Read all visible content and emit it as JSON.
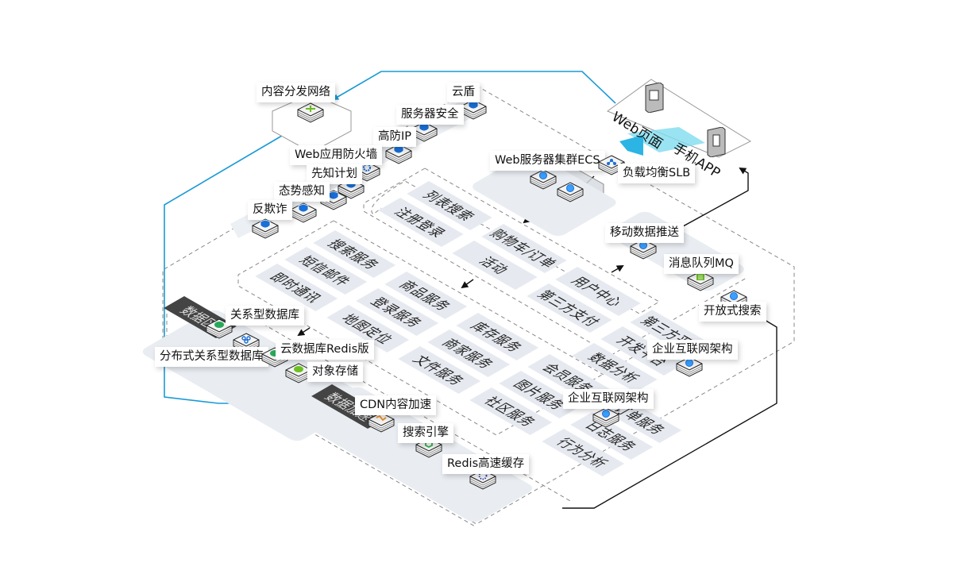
{
  "diagram": {
    "clients": {
      "web_page": "Web页面",
      "mobile_app": "手机APP"
    },
    "cdn": {
      "label": "内容分发网络"
    },
    "security": {
      "group": "云盾",
      "items": [
        {
          "label": "云盾",
          "icon": "shield-cloud-icon"
        },
        {
          "label": "服务器安全",
          "icon": "shield-server-icon"
        },
        {
          "label": "高防IP",
          "icon": "shield-ip-icon"
        },
        {
          "label": "Web应用防火墙",
          "icon": "firewall-gear-icon"
        },
        {
          "label": "先知计划",
          "icon": "radar-icon"
        },
        {
          "label": "态势感知",
          "icon": "situation-awareness-icon"
        },
        {
          "label": "反欺诈",
          "icon": "anti-fraud-icon"
        }
      ],
      "extra_icon": "shield-lock-icon"
    },
    "web_cluster": {
      "label": "Web服务器集群ECS"
    },
    "slb": {
      "label": "负载均衡SLB"
    },
    "front_services": [
      "列表搜索",
      "注册登录",
      "购物车/订单",
      "活动",
      "第三方支付",
      "用户中心",
      "第三方平台",
      "开发平台",
      "数据分析"
    ],
    "back_services": [
      "搜索服务",
      "短信邮件",
      "即时通讯",
      "商品服务",
      "登录服务",
      "地图定位",
      "库存服务",
      "商家服务",
      "文件服务",
      "会员服务",
      "图片服务",
      "社区服务",
      "订单服务",
      "日志服务",
      "行为分析"
    ],
    "right_services": [
      {
        "label": "移动数据推送",
        "icon": "push-cloud-icon"
      },
      {
        "label": "消息队列MQ",
        "icon": "message-queue-icon"
      },
      {
        "label": "开放式搜索",
        "icon": "open-search-icon"
      },
      {
        "label": "企业互联网架构",
        "icon": "enterprise-architecture-icon"
      }
    ],
    "enterprise_bottom": {
      "label": "企业互联网架构",
      "icon": "enterprise-architecture-icon"
    },
    "data_zone": {
      "title": "数据区",
      "items": [
        {
          "label": "关系型数据库",
          "icon": "rds-icon"
        },
        {
          "label": "分布式关系型数据库",
          "icon": "drds-icon"
        },
        {
          "label": "云数据库Redis版",
          "icon": "redis-db-icon"
        },
        {
          "label": "对象存储",
          "icon": "oss-icon"
        }
      ]
    },
    "data_accel": {
      "title": "数据加速",
      "items": [
        {
          "label": "CDN内容加速",
          "icon": "cdn-accel-icon"
        },
        {
          "label": "搜索引擎",
          "icon": "search-engine-icon"
        },
        {
          "label": "Redis高速缓存",
          "icon": "redis-cache-icon"
        }
      ]
    },
    "colors": {
      "flow_line": "#1a9ad6",
      "tile": "#e6eaf0",
      "zone": "#e9edf2",
      "dark_band": "#444444",
      "icon_blue": "#1a6fd6",
      "icon_green": "#6cc024",
      "icon_orange": "#f08a1d"
    }
  }
}
